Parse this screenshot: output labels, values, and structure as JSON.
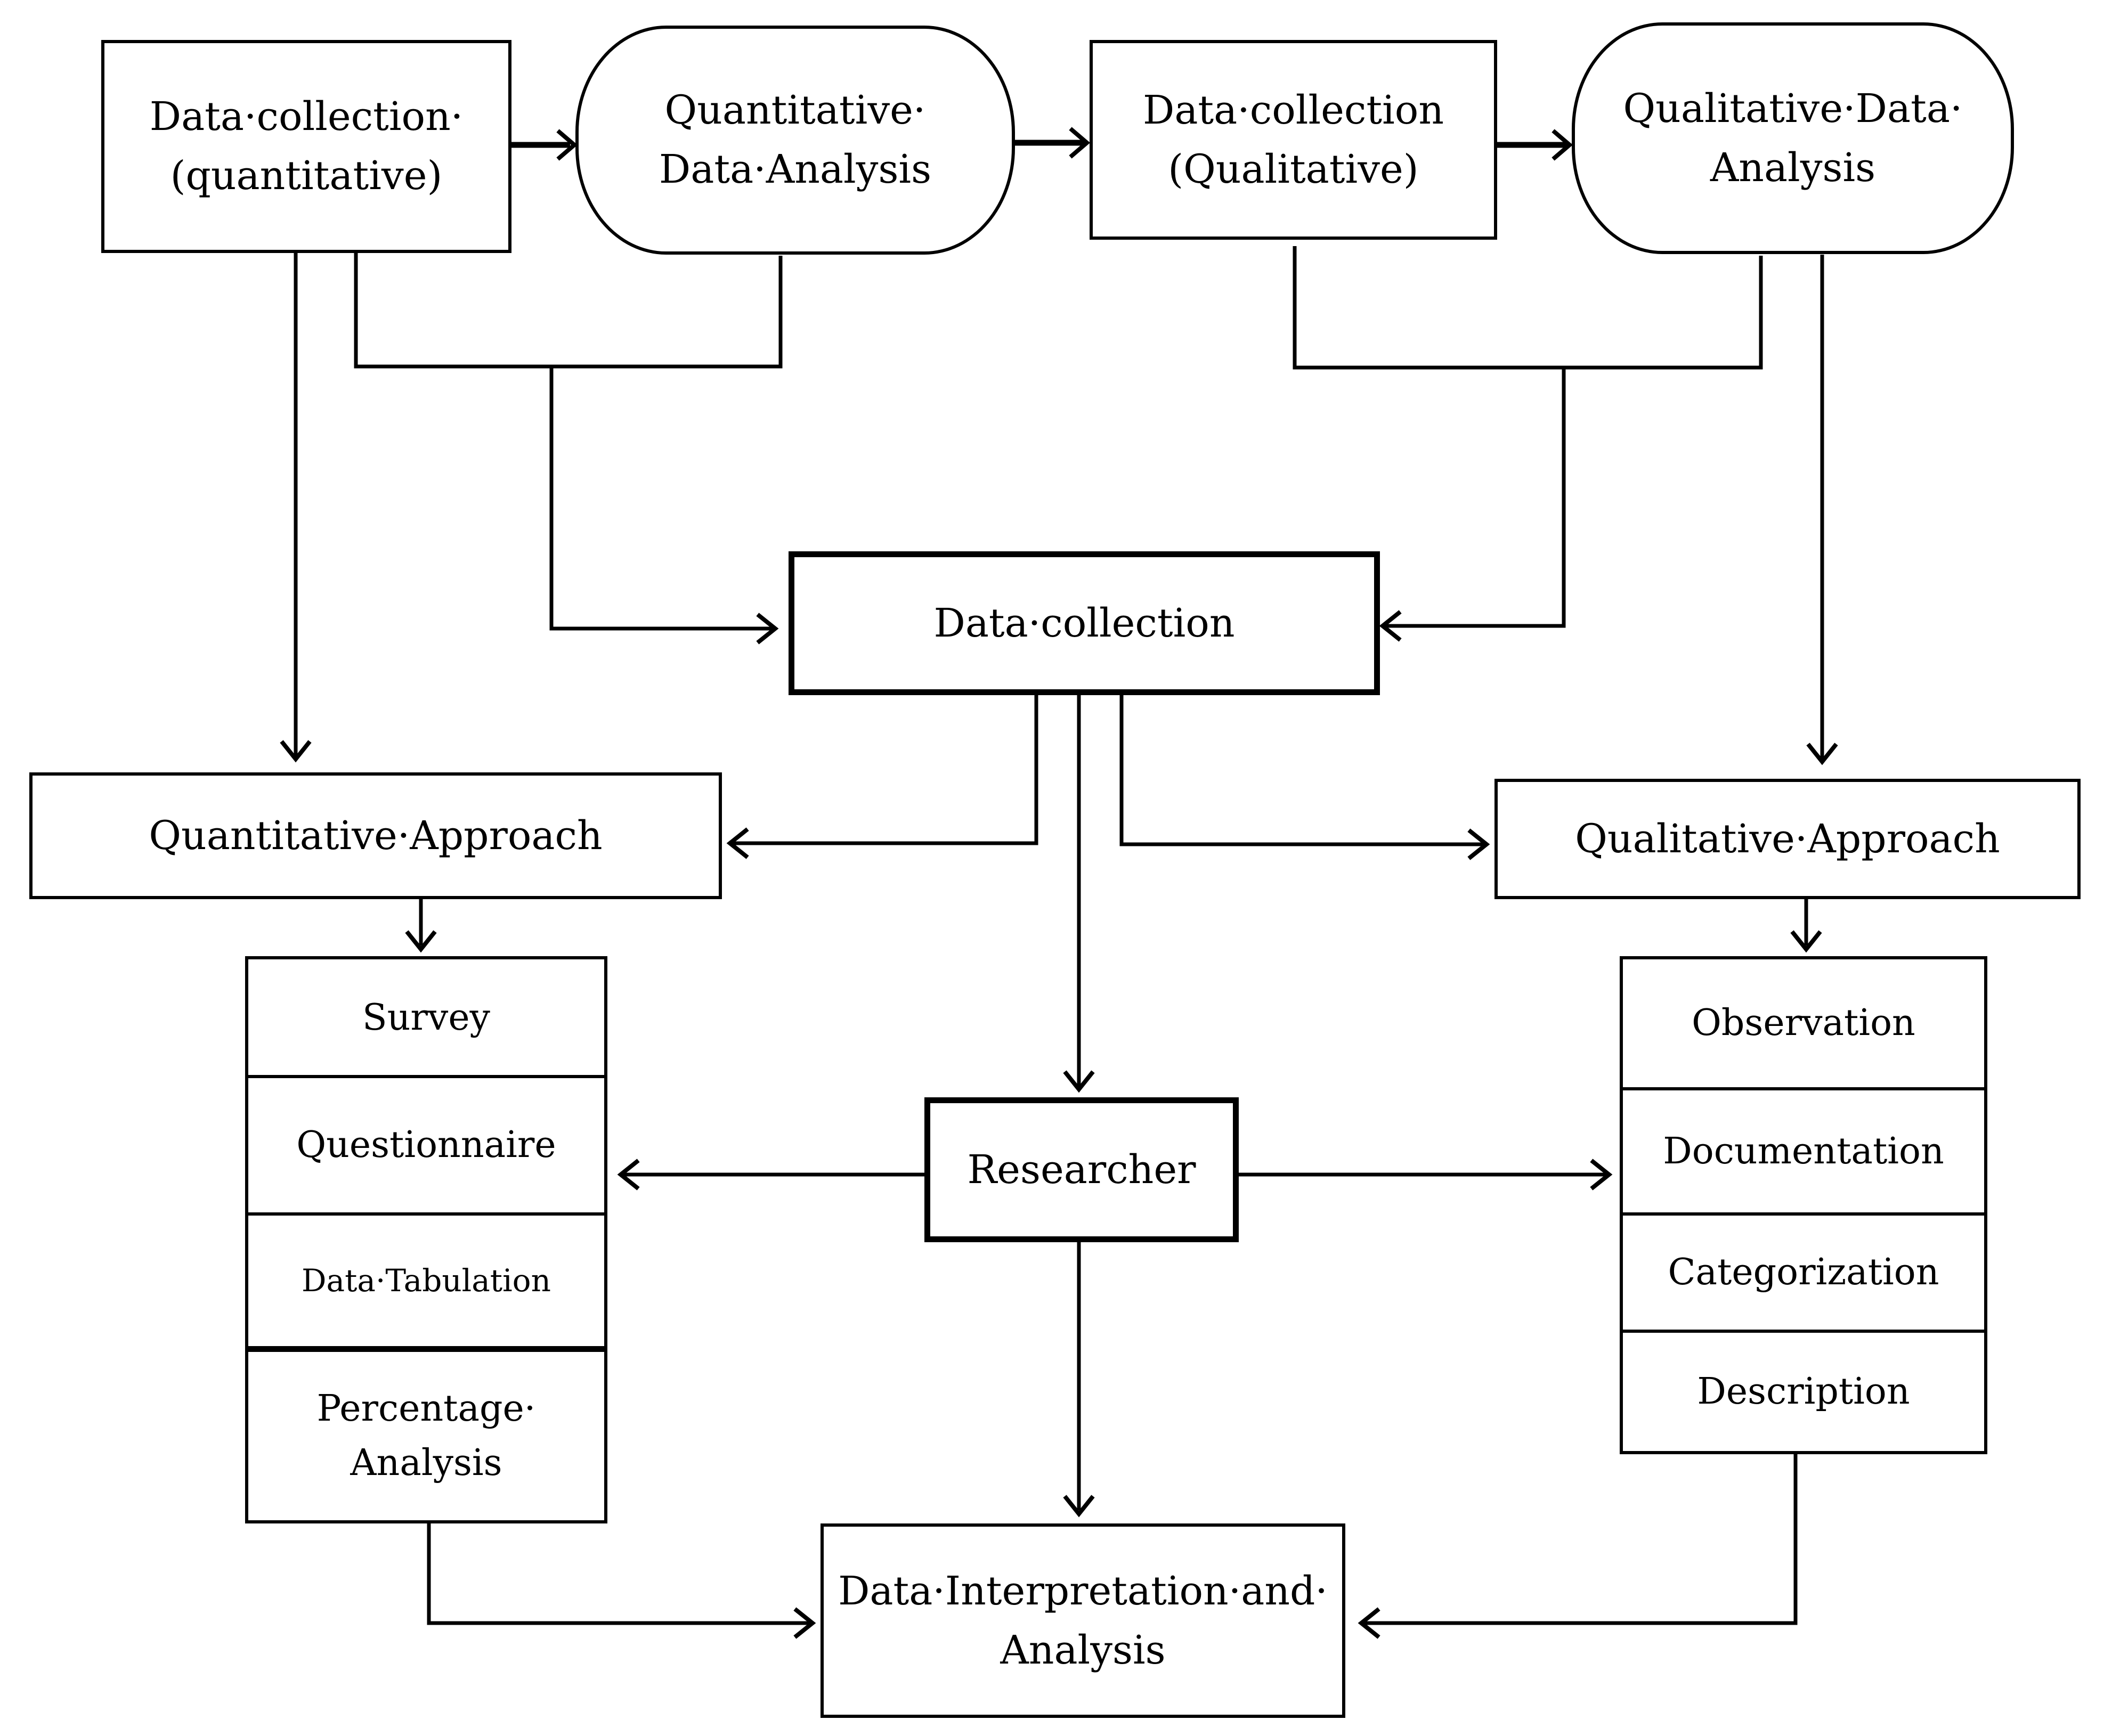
{
  "nodes": {
    "dc_quant": {
      "line1": "Data·collection·",
      "line2": "(quantitative)"
    },
    "quant_analysis": {
      "line1": "Quantitative·",
      "line2": "Data·Analysis"
    },
    "dc_qual": {
      "line1": "Data·collection",
      "line2": "(Qualitative)"
    },
    "qual_analysis": {
      "line1": "Qualitative·Data·",
      "line2": "Analysis"
    },
    "data_collection": {
      "label": "Data·collection"
    },
    "quant_approach": {
      "label": "Quantitative·Approach"
    },
    "qual_approach": {
      "label": "Qualitative·Approach"
    },
    "researcher": {
      "label": "Researcher"
    },
    "interpretation": {
      "line1": "Data·Interpretation·and·",
      "line2": "Analysis"
    }
  },
  "quant_methods": [
    "Survey",
    "Questionnaire",
    "Data·Tabulation",
    "Percentage·",
    "Analysis"
  ],
  "qual_methods": [
    "Observation",
    "Documentation",
    "Categorization",
    "Description"
  ],
  "colors": {
    "line": "#000000",
    "background": "#ffffff"
  }
}
